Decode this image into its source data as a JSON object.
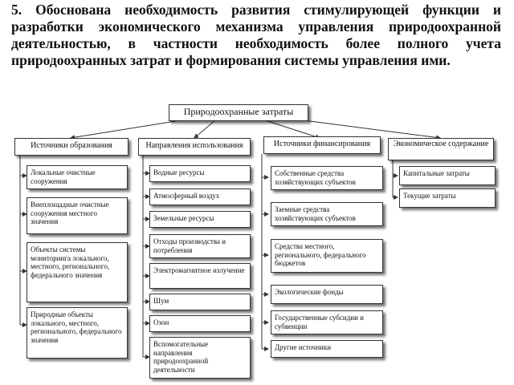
{
  "slide": {
    "heading": "5. Обоснована необходимость развития стимулирующей функции и разработки экономического механизма управления природоохранной деятельностью, в частности необходимость более полного учета природоохранных затрат и формирования системы управления ими."
  },
  "diagram": {
    "root": "Природоохранные затраты",
    "columns": [
      {
        "header": "Источники образования",
        "items": [
          "Локальные очистные сооружения",
          "Внеплощадные очистные сооружения местного значения",
          "Объекты системы мониторинга локального, местного, регионального, федерального значения",
          "Природные объекты локального, местного, регионального, федерального значения"
        ]
      },
      {
        "header": "Направления использования",
        "items": [
          "Водные ресурсы",
          "Атмосферный воздух",
          "Земельные ресурсы",
          "Отходы производства и потребления",
          "Электромагнитное излучение",
          "Шум",
          "Озон",
          "Вспомогательные направления природоохранной деятельности"
        ]
      },
      {
        "header": "Источники финансирования",
        "items": [
          "Собственные средства хозяйствующих субъектов",
          "Заемные средства хозяйствующих субъектов",
          "Средства местного, регионального, федерального бюджетов",
          "Экологические фонды",
          "Государственные субсидии и субвенции",
          "Другие источники"
        ]
      },
      {
        "header": "Экономическое содержание",
        "items": [
          "Капитальные затраты",
          "Текущие затраты"
        ]
      }
    ]
  }
}
